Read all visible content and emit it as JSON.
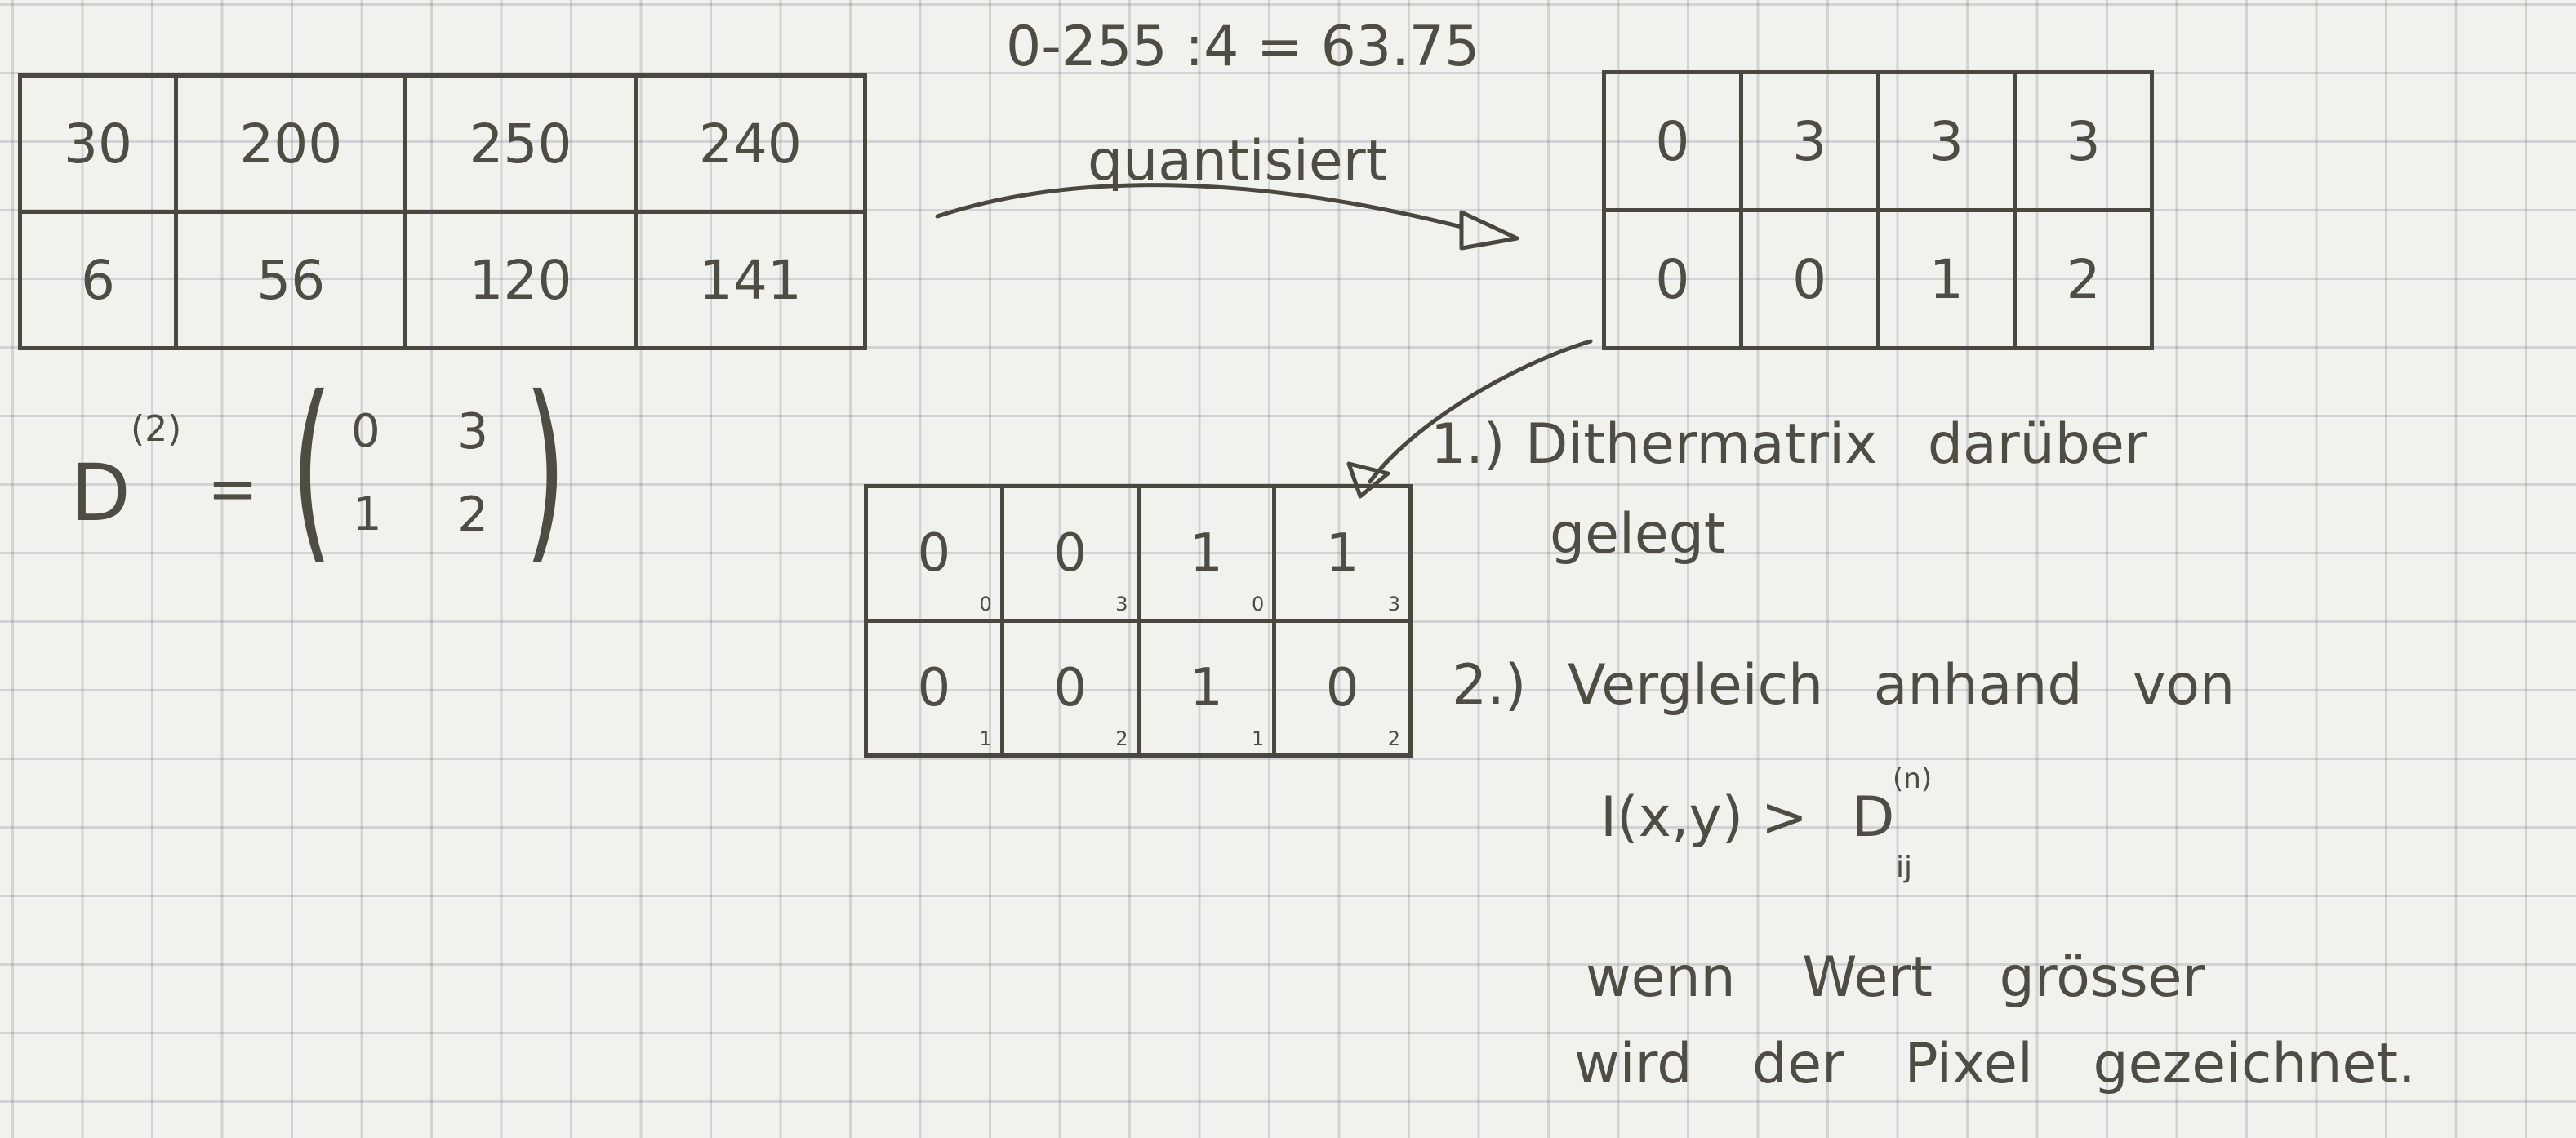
{
  "calc": "0-255 :4 = 63.75",
  "arrow_label": "quantisiert",
  "input_matrix": {
    "rows": [
      [
        "30",
        "200",
        "250",
        "240"
      ],
      [
        "6",
        "56",
        "120",
        "141"
      ]
    ]
  },
  "quantized_matrix": {
    "rows": [
      [
        "0",
        "3",
        "3",
        "3"
      ],
      [
        "0",
        "0",
        "1",
        "2"
      ]
    ]
  },
  "dither_matrix": {
    "symbol": "D",
    "superscript": "(2)",
    "equals": "=",
    "values": [
      [
        "0",
        "3"
      ],
      [
        "1",
        "2"
      ]
    ]
  },
  "result_matrix": {
    "rows": [
      [
        "0",
        "0",
        "1",
        "1"
      ],
      [
        "0",
        "0",
        "1",
        "0"
      ]
    ],
    "subscripts": [
      [
        "0",
        "3",
        "0",
        "3"
      ],
      [
        "1",
        "2",
        "1",
        "2"
      ]
    ]
  },
  "steps": {
    "step1_num": "1.)",
    "step1_line1": "Dithermatrix darüber",
    "step1_line2": "gelegt",
    "step2_num": "2.)",
    "step2_line1": "Vergleich anhand von",
    "formula_lhs": "I(x,y) >",
    "formula_symbol": "D",
    "formula_sup": "(n)",
    "formula_sub": "ij",
    "conclusion_line1": "wenn Wert grösser",
    "conclusion_line2": "wird der Pixel gezeichnet."
  },
  "colors": {
    "paper": "#f1f1ee",
    "grid_line": "#5f6978",
    "ink": "#4a473f"
  }
}
